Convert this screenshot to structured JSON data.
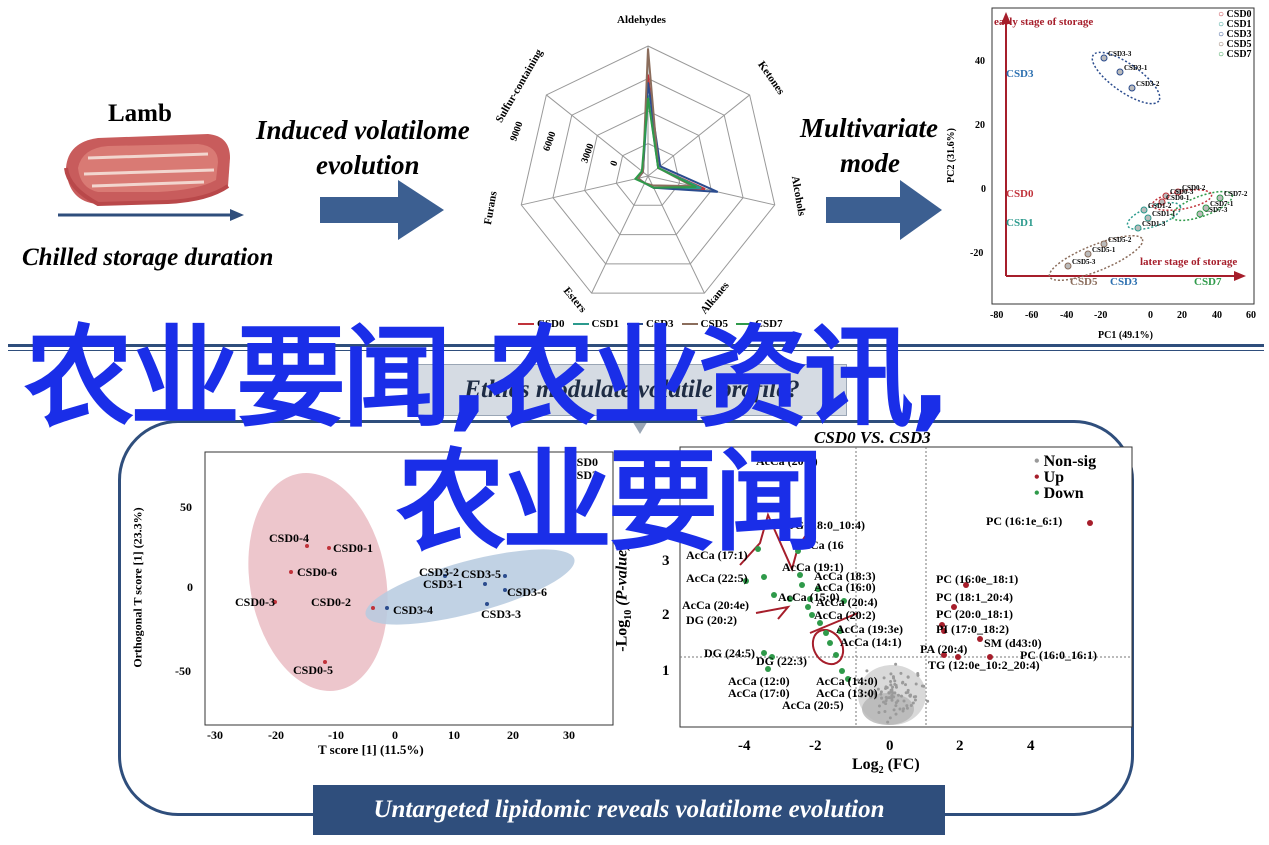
{
  "lamb": {
    "title": "Lamb",
    "caption": "Chilled storage duration"
  },
  "arrows": {
    "left_label_1": "Induced volatilome",
    "left_label_2": "evolution",
    "right_label_1": "Multivariate",
    "right_label_2": "mode"
  },
  "radar": {
    "axes": [
      "Aldehydes",
      "Ketones",
      "Alcohols",
      "Alkanes",
      "Esters",
      "Furans",
      "Sulfur-containing"
    ],
    "ticks": [
      "0",
      "3000",
      "6000",
      "9000"
    ],
    "legend": [
      "CSD0",
      "CSD1",
      "CSD3",
      "CSD5",
      "CSD7"
    ],
    "colors": [
      "#c0323a",
      "#2b9a8d",
      "#2b4c8e",
      "#8b6d5c",
      "#2f9a4a"
    ]
  },
  "pca": {
    "title_top": "early stage of storage",
    "title_bottom": "later stage of storage",
    "xlabel": "PC1 (49.1%)",
    "ylabel": "PC2 (31.6%)",
    "xticks": [
      "-80",
      "-60",
      "-40",
      "-20",
      "0",
      "20",
      "40",
      "60"
    ],
    "yticks": [
      "40",
      "20",
      "0",
      "-20"
    ],
    "legend": [
      "CSD0",
      "CSD1",
      "CSD3",
      "CSD5",
      "CSD7"
    ],
    "group_labels": {
      "csd3": "CSD3",
      "csd0": "CSD0",
      "csd1": "CSD1",
      "csd5": "CSD5",
      "csd3b": "CSD3",
      "csd7": "CSD7"
    },
    "points": [
      "CSD3-3",
      "CSD3-1",
      "CSD3-2",
      "CSD0-2",
      "CSD0-3",
      "CSD7-2",
      "CSD0-1",
      "CSD1-2",
      "CSD7-3",
      "CSD7-1",
      "CSD1-1",
      "CSD1-3",
      "CSD5-2",
      "CSD5-1",
      "CSD5-3"
    ]
  },
  "overlay": {
    "line1": "农业要闻,农业资讯,",
    "line2": "农业要闻"
  },
  "middle_banner": "Ethics modulate volatile profile?",
  "opls": {
    "legend": [
      "CSD0",
      "CSD3"
    ],
    "ylabel": "Orthogonal T score [1] (23.3%)",
    "xlabel": "T score [1] (11.5%)",
    "xticks": [
      "-30",
      "-20",
      "-10",
      "0",
      "10",
      "20",
      "30"
    ],
    "yticks": [
      "50",
      "0",
      "-50"
    ],
    "labels": [
      "CSD0-4",
      "CSD0-1",
      "CSD0-6",
      "CSD0-3",
      "CSD0-2",
      "CSD0-5",
      "CSD3-2",
      "CSD3-5",
      "CSD3-1",
      "CSD3-6",
      "CSD3-4",
      "CSD3-3"
    ]
  },
  "volcano": {
    "title": "CSD0 VS. CSD3",
    "legend": [
      "Non-sig",
      "Up",
      "Down"
    ],
    "xlabel": "Log",
    "xlabel_sub": "2",
    "xlabel_tail": " (FC)",
    "ylabel": "-Log",
    "ylabel_sub": "10",
    "ylabel_tail": " (P-value)",
    "xticks": [
      "-4",
      "-2",
      "0",
      "2",
      "4"
    ],
    "yticks": [
      "1",
      "2",
      "3"
    ],
    "labels_left": [
      "AcCa (20:5)",
      "AcCa (17:1)",
      "AcCa (22:5)",
      "AcCa (20:4e)",
      "DG (20:2)",
      "DG (24:5)",
      "DG (22:3)",
      "AcCa (12:0)",
      "AcCa (17:0)",
      "AcCa (20:5)",
      "AcCa (14:0)",
      "AcCa (13:0)"
    ],
    "labels_mid": [
      "DG (18:0_10:4)",
      "AcCa (16",
      "AcCa (19:1)",
      "AcCa (18:3)",
      "AcCa (16:0)",
      "AcCa (15:0)",
      "AcCa (20:4)",
      "AcCa (20:2)",
      "AcCa (19:3e)",
      "AcCa (14:1)"
    ],
    "labels_right": [
      "PC (16:1e_6:1)",
      "PC (16:0e_18:1)",
      "PC (18:1_20:4)",
      "PC (20:0_18:1)",
      "PI (17:0_18:2)",
      "SM (d43:0)",
      "PA (20:4)",
      "PC (16:0_16:1)",
      "TG (12:0e_10:2_20:4)"
    ]
  },
  "bottom_banner": "Untargeted lipidomic reveals volatilome evolution",
  "colors": {
    "navy": "#2f4e7c",
    "arrow": "#3c5f91",
    "up": "#a61e2b",
    "down": "#2f9a4a",
    "nonsig": "#9a9a9a",
    "cjk": "#1a2ee8"
  }
}
